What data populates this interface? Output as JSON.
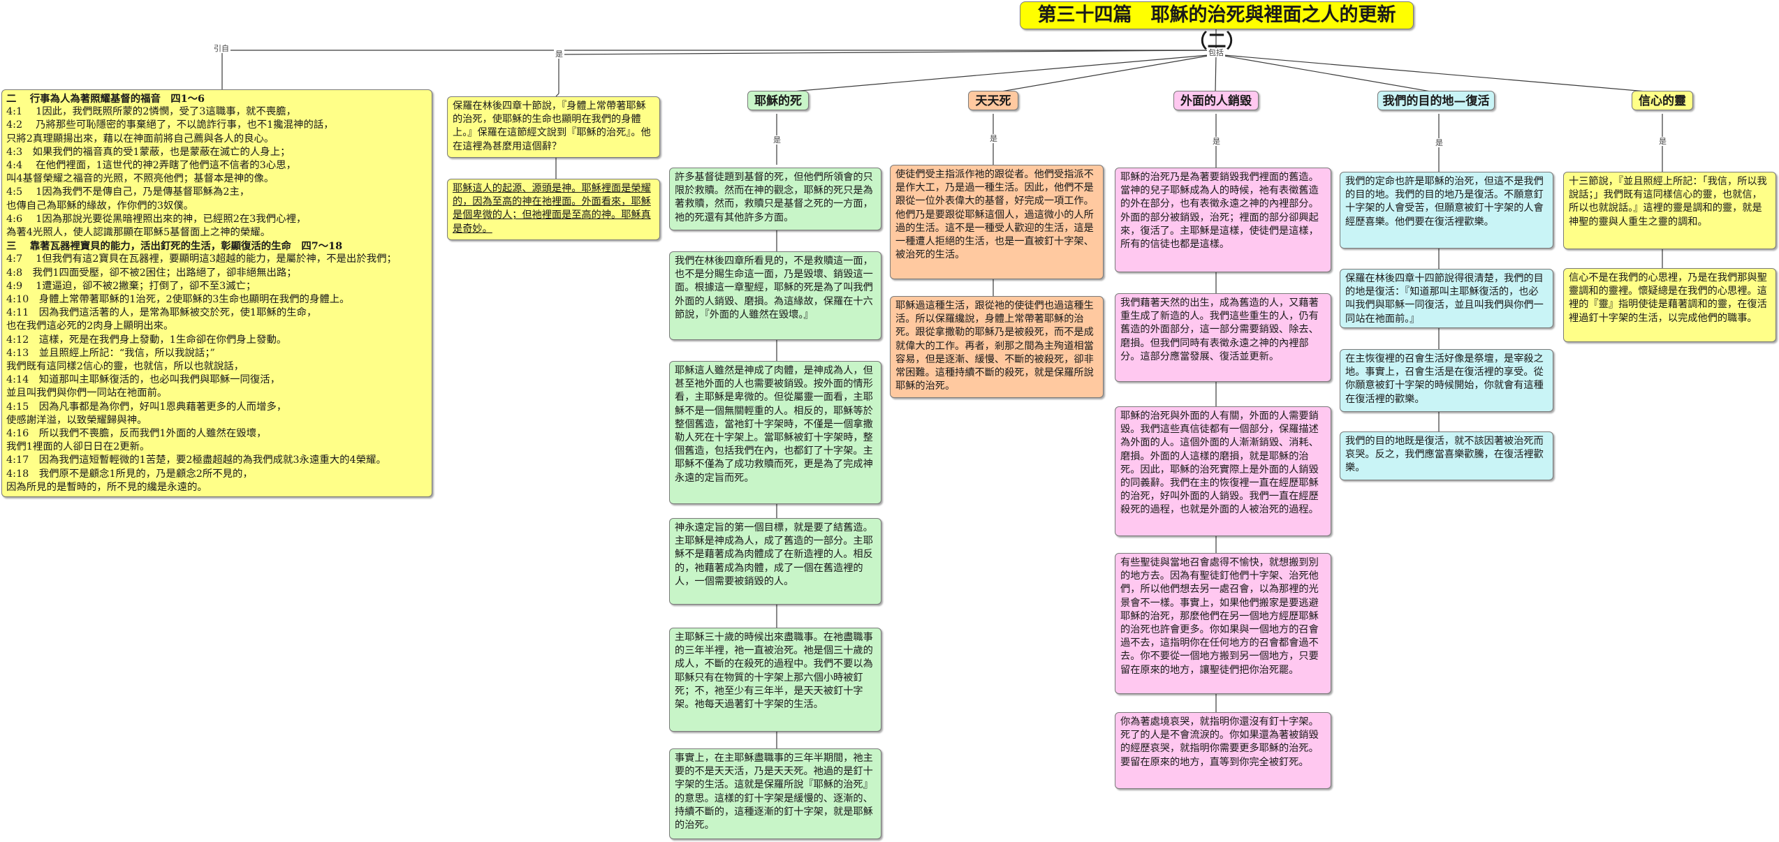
{
  "title": "第三十四篇　耶穌的治死與裡面之人的更新（二）",
  "relations": {
    "quote": "引自",
    "is_main": "是",
    "includes": "包括",
    "is": "是"
  },
  "headings": {
    "death_of_jesus": "耶穌的死",
    "daily_death": "天天死",
    "outer_man_consumed": "外面的人銷毀",
    "destination_resurrection": "我們的目的地—復活",
    "spirit_of_faith": "信心的靈"
  },
  "scripture": [
    "二　 行事為人為著照耀基督的福音　四1～6",
    "4:1　 1因此，我們既照所蒙的2憐憫，受了3這職事，就不喪膽，",
    "4:2　 乃將那些可恥隱密的事棄絕了，不以詭詐行事，也不1攙混神的話，",
    "只將2真理顯揚出來，藉以在神面前將自己薦與各人的良心。",
    "4:3　如果我們的福音真的受1蒙蔽，也是蒙蔽在滅亡的人身上；",
    "4:4　 在他們裡面，1這世代的神2弄瞎了他們這不信者的3心思，",
    "叫4基督榮耀之福音的光照，不照亮他們；基督本是神的像。",
    "4:5　 1因為我們不是傳自己，乃是傳基督耶穌為2主，",
    "也傳自己為耶穌的緣故，作你們的3奴僕。",
    "4:6　 1因為那說光要從黑暗裡照出來的神，已經照2在3我們心裡，",
    "為著4光照人，使人認識那顯在耶穌5基督面上之神的榮耀。",
    "三　 靠著瓦器裡寶貝的能力，活出釘死的生活，彰顯復活的生命　四7～18",
    "4:7　 1但我們有這2寶貝在瓦器裡，要顯明這3超越的能力，是屬於神，不是出於我們；",
    "4:8　我們1四面受壓，卻不被2困住；出路絕了，卻非絕無出路；",
    "4:9　 1遭逼迫，卻不被2撇棄；打倒了，卻不至3滅亡；",
    "4:10　身體上常帶著耶穌的1治死，2使耶穌的3生命也顯明在我們的身體上。",
    "4:11　因為我們這活著的人，是常為耶穌被交於死，使1耶穌的生命，",
    "也在我們這必死的2肉身上顯明出來。",
    "4:12　這樣，死是在我們身上發動，1生命卻在你們身上發動。",
    "4:13　並且照經上所記：“我信，所以我說話；”",
    "我們既有這同樣2信心的靈，也就信，所以也就說話，",
    "4:14　知道那叫主耶穌復活的，也必叫我們與耶穌一同復活，",
    "並且叫我們與你們一同站在祂面前。",
    "4:15　因為凡事都是為你們，好叫1恩典藉著更多的人而增多，",
    "使感謝洋溢，以致榮耀歸與神。",
    "4:16　所以我們不喪膽，反而我們1外面的人雖然在毀壞，",
    "我們1裡面的人卻日日在2更新。",
    "4:17　因為我們這短暫輕微的1苦楚，要2極盡超越的為我們成就3永遠重大的4榮耀。",
    "4:18　我們原不是顧念1所見的，乃是顧念2所不見的，",
    "因為所見的是暫時的，所不見的纔是永遠的。"
  ],
  "intro": {
    "note1": "保羅在林後四章十節說，『身體上常帶著耶穌的治死，使耶穌的生命也顯明在我們的身體上。』保羅在這節經文說到『耶穌的治死』。他在這裡為甚麼用這個辭？",
    "note2": "耶穌這人的起源、源頭是神。耶穌裡面是榮耀的，因為至高的神在祂裡面。外面看來，耶穌是個卑微的人；但祂裡面是至高的神。耶穌真是奇妙。"
  },
  "death_notes": [
    "許多基督徒題到基督的死，但他們所領會的只限於救贖。然而在神的觀念，耶穌的死只是為著救贖，然而，救贖只是基督之死的一方面，祂的死還有其他許多方面。",
    "我們在林後四章所看見的，不是救贖這一面，也不是分賜生命這一面，乃是毀壞、銷毀這一面。根據這一章聖經，耶穌的死是為了叫我們外面的人銷毀、磨損。為這緣故，保羅在十六節說，『外面的人雖然在毀壞。』",
    "耶穌這人雖然是神成了肉體，是神成為人，但甚至祂外面的人也需要被銷毀。按外面的情形看，主耶穌是卑微的。但從屬靈一面看，主耶穌不是一個無關輕重的人。相反的，耶穌等於整個舊造，當祂釘十字架時，不僅是一個拿撒勒人死在十字架上。當耶穌被釘十字架時，整個舊造，包括我們在內，也都釘了十字架。主耶穌不僅為了成功救贖而死，更是為了完成神永遠的定旨而死。",
    "神永遠定旨的第一個目標，就是要了結舊造。主耶穌是神成為人，成了舊造的一部分。主耶穌不是藉著成為肉體成了在新造裡的人。相反的，祂藉著成為肉體，成了一個在舊造裡的人，一個需要被銷毀的人。",
    "主耶穌三十歲的時候出來盡職事。在祂盡職事的三年半裡，祂一直被治死。祂是個三十歲的成人，不斷的在殺死的過程中。我們不要以為耶穌只有在物質的十字架上那六個小時被釘死；不，祂至少有三年半，是天天被釘十字架。祂每天過著釘十字架的生活。",
    "事實上，在主耶穌盡職事的三年半期間，祂主要的不是天天活，乃是天天死。祂過的是釘十字架的生活。這就是保羅所說『耶穌的治死』的意思。這樣的釘十字架是緩慢的、逐漸的、持續不斷的，這種逐漸的釘十字架，就是耶穌的治死。"
  ],
  "daily_notes": [
    "使徒們受主指派作祂的跟從者。他們受指派不是作大工，乃是過一種生活。因此，他們不是跟從一位外表偉大的基督，好完成一項工作。他們乃是要跟從耶穌這個人，過這微小的人所過的生活。這不是一種受人歡迎的生活，這是一種遭人拒絕的生活，也是一直被釘十字架、被治死的生活。",
    "耶穌過這種生活，跟從祂的使徒們也過這種生活。所以保羅纔說，身體上常帶著耶穌的治死。跟從拿撒勒的耶穌乃是被殺死，而不是成就偉大的工作。再者，剎那之間為主殉道相當容易，但是逐漸、緩慢、不斷的被殺死，卻非常困難。這種持續不斷的殺死，就是保羅所說耶穌的治死。"
  ],
  "outer_notes": [
    "耶穌的治死乃是為著要銷毀我們裡面的舊造。當神的兒子耶穌成為人的時候，祂有表徵舊造的外在部分，也有表徵永遠之神的內裡部分。外面的部分被銷毀，治死；裡面的部分卻興起來，復活了。主耶穌是這樣，使徒們是這樣，所有的信徒也都是這樣。",
    "我們藉著天然的出生，成為舊造的人，又藉著重生成了新造的人。我們這些重生的人，仍有舊造的外面部分，這一部分需要銷毀、除去、磨損。但我們同時有表徵永遠之神的內裡部分。這部分應當發展、復活並更新。",
    "耶穌的治死與外面的人有關，外面的人需要銷毀。我們這些真信徒都有一個部分，保羅描述為外面的人。這個外面的人漸漸銷毀、消耗、磨損。外面的人這樣的磨損，就是耶穌的治死。因此，耶穌的治死實際上是外面的人銷毀的同義辭。我們在主的恢復裡一直在經歷耶穌的治死，好叫外面的人銷毀。我們一直在經歷殺死的過程，也就是外面的人被治死的過程。",
    "有些聖徒與當地召會處得不愉快，就想搬到別的地方去。因為有聖徒釘他們十字架、治死他們，所以他們想去另一處召會，以為那裡的光景會不一樣。事實上，如果他們搬家是要逃避耶穌的治死，那麼他們在另一個地方經歷耶穌的治死也許會更多。你如果與一個地方的召會過不去，這指明你在任何地方的召會都會過不去。你不要從一個地方搬到另一個地方，只要留在原來的地方，讓聖徒們把你治死罷。",
    "你為著處境哀哭，就指明你還沒有釘十字架。死了的人是不會流淚的。你如果還為著被銷毀的經歷哀哭，就指明你需要更多耶穌的治死。要留在原來的地方，直等到你完全被釘死。"
  ],
  "resurrection_notes": [
    "我們的定命也許是耶穌的治死，但這不是我們的目的地。我們的目的地乃是復活。不願意釘十字架的人會受苦，但願意被釘十字架的人會經歷喜樂。他們要在復活裡歡樂。",
    "保羅在林後四章十四節說得很清楚，我們的目的地是復活：『知道那叫主耶穌復活的，也必叫我們與耶穌一同復活，並且叫我們與你們一同站在祂面前。』",
    "在主恢復裡的召會生活好像是祭壇，是宰殺之地。事實上，召會生活是在復活裡的享受。從你願意被釘十字架的時候開始，你就會有這種在復活裡的歡樂。",
    "我們的目的地既是復活，就不該因著被治死而哀哭。反之，我們應當喜樂歡騰，在復活裡歡樂。"
  ],
  "faith_notes": [
    "十三節說，『並且照經上所記：「我信，所以我說話；」我們既有這同樣信心的靈，也就信，所以也就說話。』這裡的靈是調和的靈，就是神聖的靈與人重生之靈的調和。",
    "信心不是在我們的心思裡，乃是在我們那與聖靈調和的靈裡。懷疑總是在我們的心思裡。這裡的『靈』指明使徒是藉著調和的靈，在復活裡過釘十字架的生活，以完成他們的職事。"
  ]
}
